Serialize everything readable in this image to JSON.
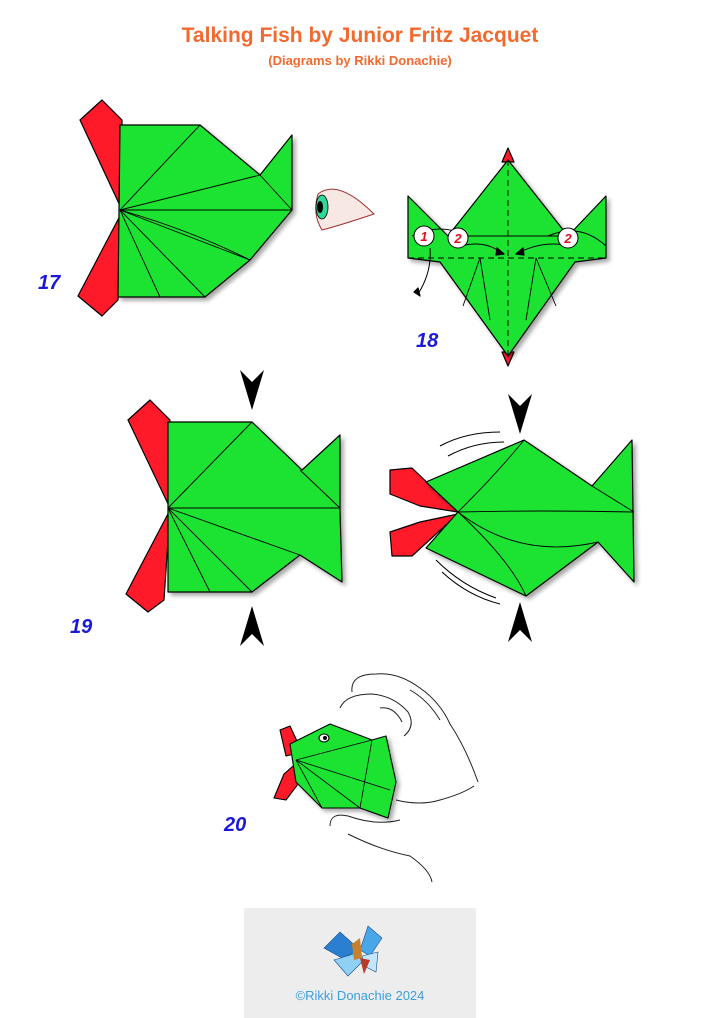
{
  "header": {
    "title": "Talking Fish by Junior Fritz Jacquet",
    "subtitle": "(Diagrams by Rikki Donachie)"
  },
  "steps": [
    {
      "label": "17"
    },
    {
      "label": "18"
    },
    {
      "label": "19"
    },
    {
      "label": "20"
    }
  ],
  "step18_markers": [
    "1",
    "2",
    "2"
  ],
  "footer": {
    "credit": "©Rikki Donachie 2024"
  },
  "colors": {
    "title": "#f26a2e",
    "step_number": "#1a1ad6",
    "paper_green": "#1ee331",
    "paper_red": "#ff1a2a",
    "credit": "#3aa0dc"
  }
}
